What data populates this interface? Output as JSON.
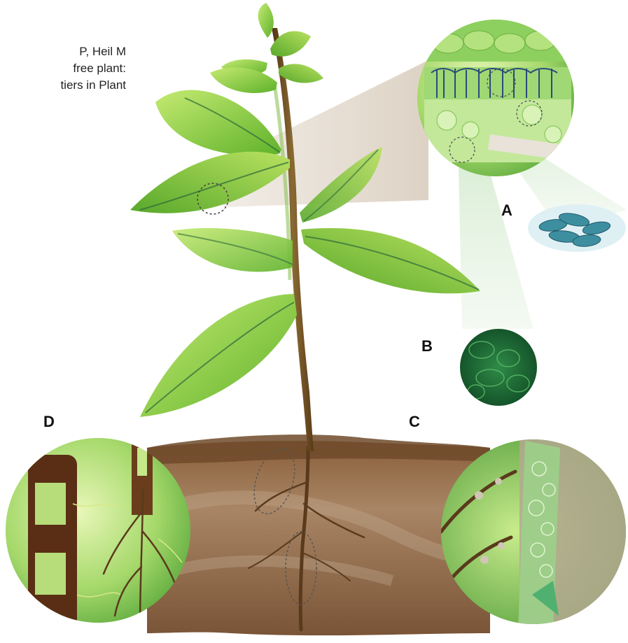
{
  "citation": {
    "lines": [
      "P, Heil M",
      "free plant:",
      "tiers in Plant"
    ]
  },
  "labels": {
    "a": "A",
    "b": "B",
    "c": "C",
    "d": "D"
  },
  "colors": {
    "leaf_light": "#a6d94c",
    "leaf_mid": "#6fbe2e",
    "leaf_vein": "#2e6a3c",
    "stem": "#6a4a22",
    "soil": "#9b7554",
    "soil_dark": "#6e4a2a",
    "cell_teal": "#3d8fa0",
    "deep_green": "#1f6a35"
  }
}
